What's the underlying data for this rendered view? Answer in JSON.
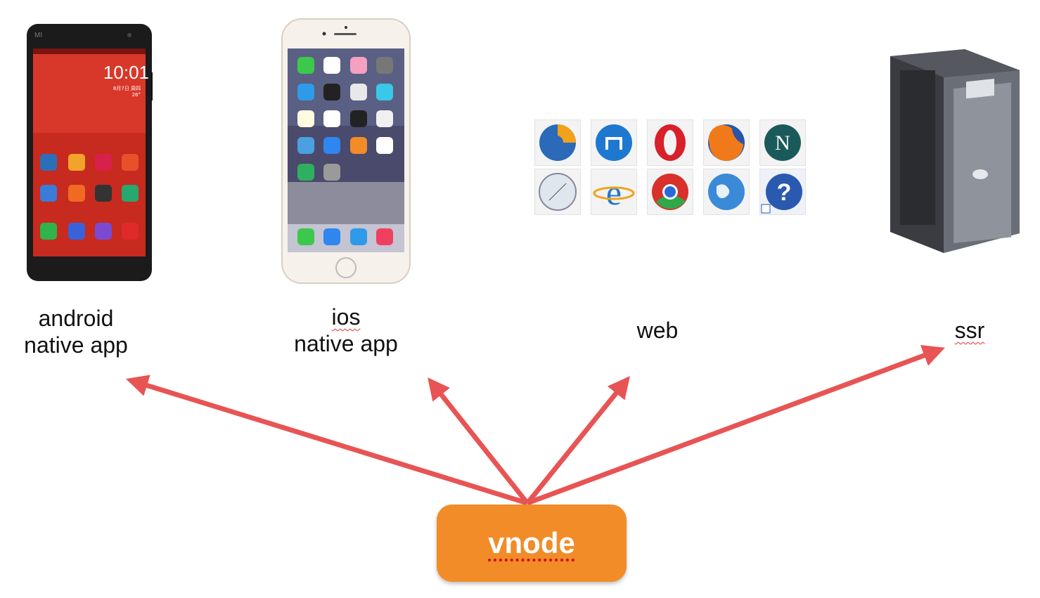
{
  "targets": {
    "android": {
      "line1": "android",
      "line2": "native app"
    },
    "ios": {
      "line1": "ios",
      "line2": "native app"
    },
    "web": {
      "label": "web"
    },
    "ssr": {
      "label": "ssr"
    }
  },
  "source": {
    "label": "vnode"
  },
  "android_phone": {
    "time": "10:01",
    "date": "8月7日 周四",
    "temp": "26°"
  },
  "colors": {
    "arrow": "#e85454",
    "source_box": "#f28c28"
  },
  "icons": {
    "android": "android-phone-icon",
    "ios": "iphone-icon",
    "web": "browser-icons-grid",
    "ssr": "server-tower-icon"
  }
}
